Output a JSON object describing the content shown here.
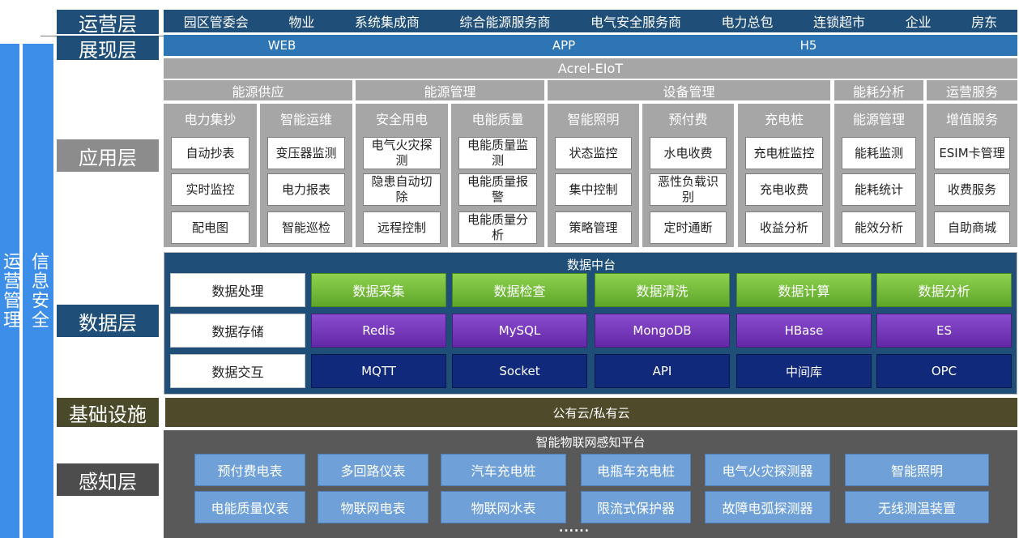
{
  "left_bars": {
    "ops_mgmt": "运营管理",
    "info_security": "信息安全"
  },
  "layers": {
    "operation": "运营层",
    "presentation": "展现层",
    "application": "应用层",
    "data": "数据层",
    "infrastructure": "基础设施",
    "perception": "感知层"
  },
  "operation_items": [
    "园区管委会",
    "物业",
    "系统集成商",
    "综合能源服务商",
    "电气安全服务商",
    "电力总包",
    "连锁超市",
    "企业",
    "房东"
  ],
  "presentation_items": [
    "WEB",
    "APP",
    "H5"
  ],
  "platform": "Acrel-EIoT",
  "categories": [
    "能源供应",
    "能源管理",
    "设备管理",
    "能耗分析",
    "运营服务"
  ],
  "modules": [
    {
      "title": "电力集抄",
      "items": [
        "自动抄表",
        "实时监控",
        "配电图"
      ]
    },
    {
      "title": "智能运维",
      "items": [
        "变压器监测",
        "电力报表",
        "智能巡检"
      ]
    },
    {
      "title": "安全用电",
      "items": [
        "电气火灾探测",
        "隐患自动切除",
        "远程控制"
      ]
    },
    {
      "title": "电能质量",
      "items": [
        "电能质量监测",
        "电能质量报警",
        "电能质量分析"
      ]
    },
    {
      "title": "智能照明",
      "items": [
        "状态监控",
        "集中控制",
        "策略管理"
      ]
    },
    {
      "title": "预付费",
      "items": [
        "水电收费",
        "恶性负载识别",
        "定时通断"
      ]
    },
    {
      "title": "充电桩",
      "items": [
        "充电桩监控",
        "充电收费",
        "收益分析"
      ]
    },
    {
      "title": "能源管理",
      "items": [
        "能耗监测",
        "能耗统计",
        "能效分析"
      ]
    },
    {
      "title": "增值服务",
      "items": [
        "ESIM卡管理",
        "收费服务",
        "自助商城"
      ]
    }
  ],
  "data_center": {
    "title": "数据中台",
    "rows": [
      {
        "label": "数据处理",
        "items": [
          "数据采集",
          "数据检查",
          "数据清洗",
          "数据计算",
          "数据分析"
        ]
      },
      {
        "label": "数据存储",
        "items": [
          "Redis",
          "MySQL",
          "MongoDB",
          "HBase",
          "ES"
        ]
      },
      {
        "label": "数据交互",
        "items": [
          "MQTT",
          "Socket",
          "API",
          "中间库",
          "OPC"
        ]
      }
    ]
  },
  "infrastructure_bar": "公有云/私有云",
  "perception": {
    "title": "智能物联网感知平台",
    "row1": [
      "预付费电表",
      "多回路仪表",
      "汽车充电桩",
      "电瓶车充电桩",
      "电气火灾探测器",
      "智能照明"
    ],
    "row2": [
      "电能质量仪表",
      "物联网电表",
      "物联网水表",
      "限流式保护器",
      "故障电弧探测器",
      "无线测温装置"
    ],
    "more": "......"
  }
}
